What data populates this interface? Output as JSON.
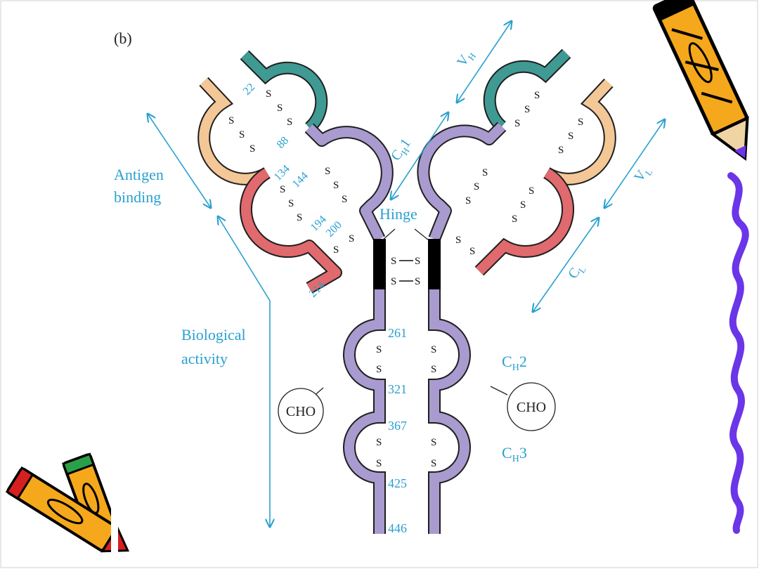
{
  "panel_label": "(b)",
  "colors": {
    "heavy_variable": "#3f9a93",
    "heavy_constant": "#a99bcf",
    "light_variable": "#f3c796",
    "light_constant": "#e06a6e",
    "hinge": "#000000",
    "label": "#2aa0cf"
  },
  "labels": {
    "antigen_binding_1": "Antigen",
    "antigen_binding_2": "binding",
    "biological_activity_1": "Biological",
    "biological_activity_2": "activity",
    "hinge": "Hinge",
    "vh": "V",
    "vh_sub": "H",
    "ch1": "C",
    "ch1_sub": "H",
    "ch1_num": "1",
    "vl": "V",
    "vl_sub": "L",
    "cl": "C",
    "cl_sub": "L",
    "ch2": "C",
    "ch2_sub": "H",
    "ch2_num": "2",
    "ch3": "C",
    "ch3_sub": "H",
    "ch3_num": "3",
    "cho": "CHO"
  },
  "residues": {
    "r22": "22",
    "r88": "88",
    "r134": "134",
    "r144": "144",
    "r194": "194",
    "r200": "200",
    "r214": "214",
    "r261": "261",
    "r321": "321",
    "r367": "367",
    "r425": "425",
    "r446": "446"
  },
  "disulfide": "S",
  "decorations": [
    "pencil-icon",
    "crayon-pair-icon",
    "wavy-border"
  ]
}
